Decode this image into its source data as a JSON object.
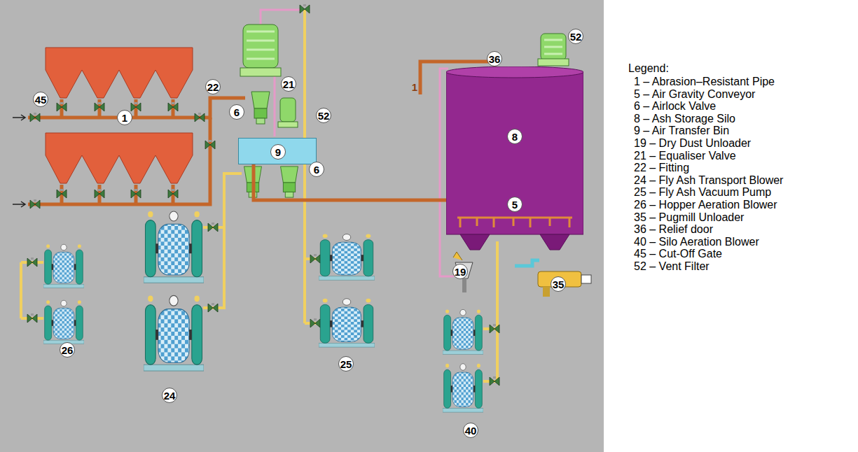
{
  "diagram": {
    "nodes": [
      {
        "text": [
          "9"
        ]
      },
      {
        "text": [
          "8"
        ]
      }
    ],
    "edges": [
      {
        "from": 0,
        "to": 1,
        "arrow": "none"
      }
    ],
    "labels": [
      "45",
      "1",
      "22",
      "21",
      "6",
      "52",
      "6",
      "1",
      "36",
      "52",
      "5",
      "19",
      "35",
      "26",
      "24",
      "25",
      "40",
      "Legend:"
    ],
    "legend": [
      {
        "text": "1 – Abrasion–Resistant Pipe"
      },
      {
        "text": "5 – Air Gravity Conveyor"
      },
      {
        "text": "6 – Airlock Valve"
      },
      {
        "text": "8 – Ash Storage Silo"
      },
      {
        "text": "9 – Air Transfer Bin"
      },
      {
        "text": "19 – Dry Dust Unloader"
      },
      {
        "text": "21 – Equaliser Valve"
      },
      {
        "text": "22 – Fitting"
      },
      {
        "text": "24 – Fly Ash Transport Blower"
      },
      {
        "text": "25 – Fly Ash Vacuum Pump"
      },
      {
        "text": "26 – Hopper Aeration Blower"
      },
      {
        "text": "35 – Pugmill Unloader"
      },
      {
        "text": "36 – Relief door"
      },
      {
        "text": "40 – Silo Aeration Blower"
      },
      {
        "text": "45 – Cut-Off Gate"
      },
      {
        "text": "52 – Vent Filter"
      }
    ]
  }
}
